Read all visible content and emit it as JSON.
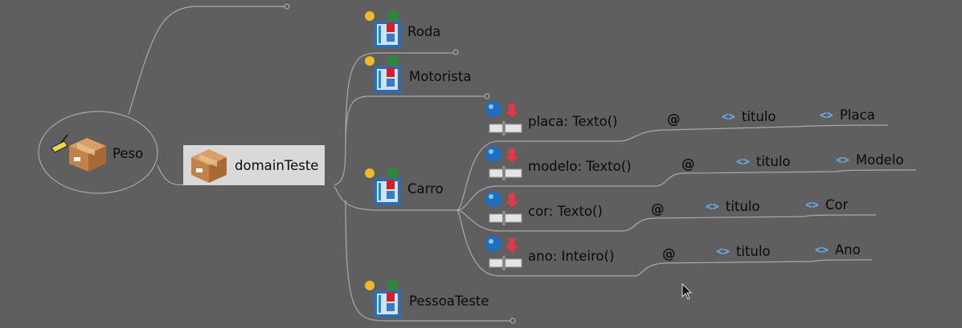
{
  "root": {
    "label": "Peso"
  },
  "selected": {
    "label": "domainTeste"
  },
  "classes": [
    {
      "label": "Roda"
    },
    {
      "label": "Motorista"
    },
    {
      "label": "Carro"
    },
    {
      "label": "PessoaTeste"
    }
  ],
  "attributes": [
    {
      "label": "placa: Texto()",
      "annotation": "@",
      "key": "titulo",
      "value": "Placa"
    },
    {
      "label": "modelo: Texto()",
      "annotation": "@",
      "key": "titulo",
      "value": "Modelo"
    },
    {
      "label": "cor: Texto()",
      "annotation": "@",
      "key": "titulo",
      "value": "Cor"
    },
    {
      "label": "ano: Inteiro()",
      "annotation": "@",
      "key": "titulo",
      "value": "Ano"
    }
  ],
  "icons": {
    "package": "package-box-icon",
    "class": "class-icon",
    "attribute": "attribute-icon",
    "xml": "xml-tag-icon",
    "tool": "paint-tool-icon"
  },
  "colors": {
    "background": "#5f5f5f",
    "wire": "#a8a8a8",
    "selected_bg": "#d9d9d9",
    "xml_bracket": "#6aaef0"
  }
}
